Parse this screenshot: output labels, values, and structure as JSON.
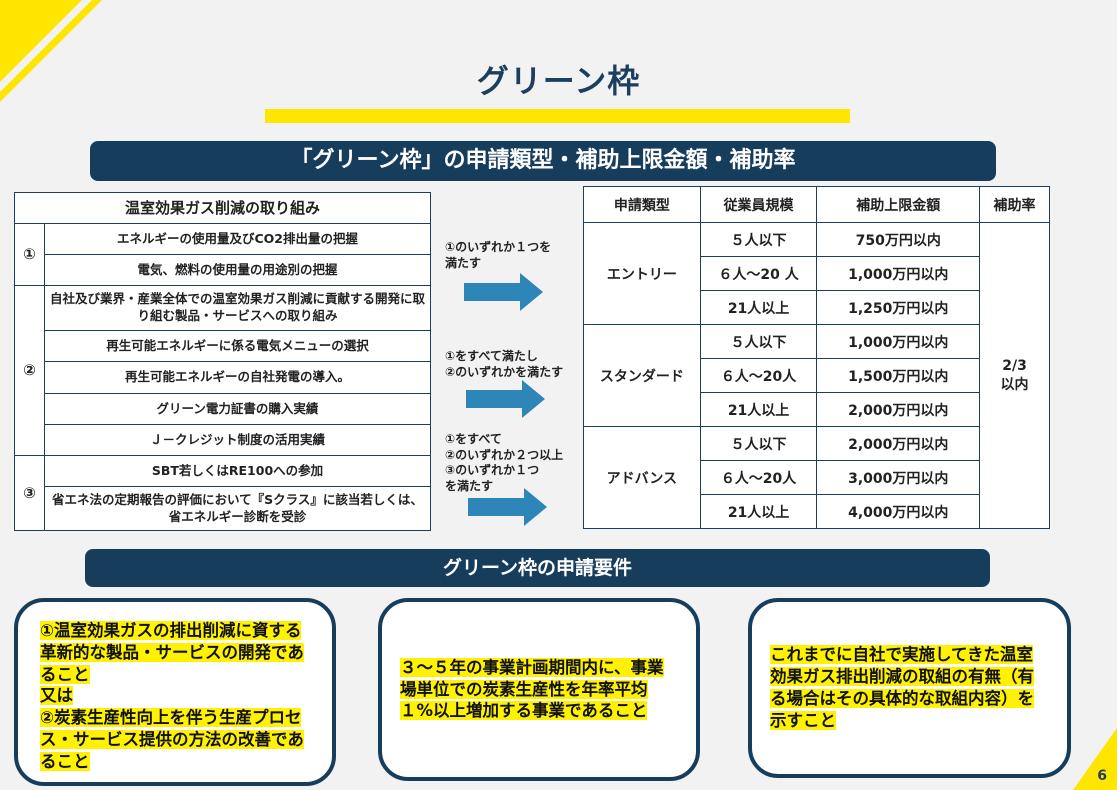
{
  "title": "グリーン枠",
  "banner_main": "「グリーン枠」の申請類型・補助上限金額・補助率",
  "banner_requirements": "グリーン枠の申請要件",
  "colors": {
    "navy": "#173d5c",
    "yellow": "#ffe600",
    "arrow_blue": "#2e86b8"
  },
  "initiatives": {
    "header": "温室効果ガス削減の取り組み",
    "groups": [
      {
        "num": "①",
        "items": [
          "エネルギーの使用量及びCO2排出量の把握",
          "電気、燃料の使用量の用途別の把握"
        ]
      },
      {
        "num": "②",
        "items": [
          "自社及び業界・産業全体での温室効果ガス削減に貢献する開発に取り組む製品・サービスへの取り組み",
          "再生可能エネルギーに係る電気メニューの選択",
          "再生可能エネルギーの自社発電の導入。",
          "グリーン電力証書の購入実績",
          "Ｊ－クレジット制度の活用実績"
        ]
      },
      {
        "num": "③",
        "items": [
          "SBT若しくはRE100への参加",
          "省エネ法の定期報告の評価において『Sクラス』に該当若しくは、省エネルギー診断を受診"
        ]
      }
    ]
  },
  "notes": {
    "entry": [
      "①のいずれか１つを",
      "満たす"
    ],
    "standard": [
      "①をすべて満たし",
      "②のいずれかを満たす"
    ],
    "advance": [
      "①をすべて",
      "②のいずれか２つ以上",
      "③のいずれか１つ",
      "を満たす"
    ]
  },
  "types_table": {
    "headers": [
      "申請類型",
      "従業員規模",
      "補助上限金額",
      "補助率"
    ],
    "rate": [
      "2/3",
      "以内"
    ],
    "types": [
      {
        "name": "エントリー",
        "rows": [
          [
            "５人以下",
            "750万円以内"
          ],
          [
            "６人～20 人",
            "1,000万円以内"
          ],
          [
            "21人以上",
            "1,250万円以内"
          ]
        ]
      },
      {
        "name": "スタンダード",
        "rows": [
          [
            "５人以下",
            "1,000万円以内"
          ],
          [
            "６人～20人",
            "1,500万円以内"
          ],
          [
            "21人以上",
            "2,000万円以内"
          ]
        ]
      },
      {
        "name": "アドバンス",
        "rows": [
          [
            "５人以下",
            "2,000万円以内"
          ],
          [
            "６人～20人",
            "3,000万円以内"
          ],
          [
            "21人以上",
            "4,000万円以内"
          ]
        ]
      }
    ]
  },
  "requirements": {
    "req1": [
      "①温室効果ガスの排出削減に資する革新的な製品・サービスの開発であること",
      "又は",
      "②炭素生産性向上を伴う生産プロセス・サービス提供の方法の改善であること"
    ],
    "req2": "３～５年の事業計画期間内に、事業場単位での炭素生産性を年率平均１%以上増加する事業であること",
    "req3": "これまでに自社で実施してきた温室効果ガス排出削減の取組の有無（有る場合はその具体的な取組内容）を示すこと"
  },
  "page_number": "6"
}
